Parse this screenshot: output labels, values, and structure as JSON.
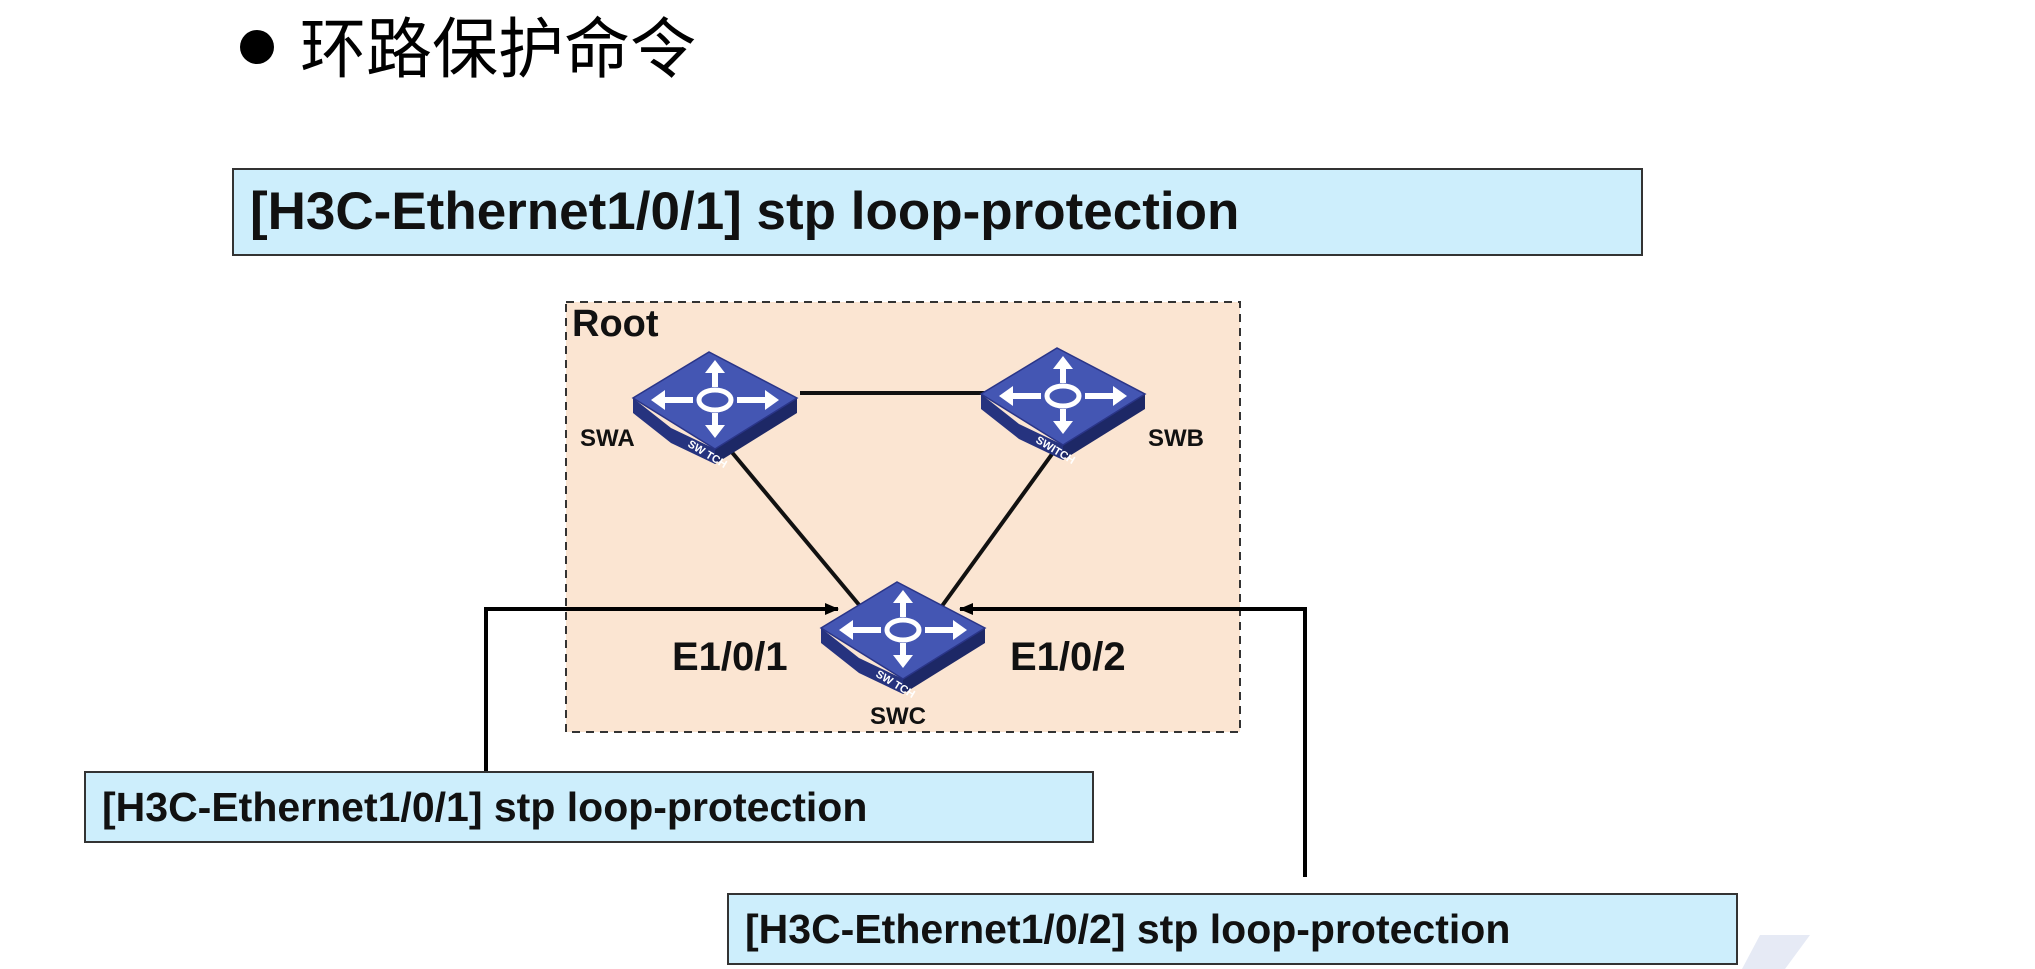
{
  "slide": {
    "title": "环路保护命令"
  },
  "commands": {
    "main": "[H3C-Ethernet1/0/1] stp loop-protection",
    "port1": "[H3C-Ethernet1/0/1] stp loop-protection",
    "port2": "[H3C-Ethernet1/0/2] stp loop-protection"
  },
  "topology": {
    "root_label": "Root",
    "switches": [
      {
        "name": "SWA",
        "badge": "SW TCH"
      },
      {
        "name": "SWB",
        "badge": "SWITCH"
      },
      {
        "name": "SWC",
        "badge": "SW TCH"
      }
    ],
    "ports": {
      "left": "E1/0/1",
      "right": "E1/0/2"
    }
  },
  "colors": {
    "root_area_fill": "#fbe5d2",
    "command_box_fill": "#cdeefc",
    "switch_body": "#2b3a91",
    "switch_top": "#4456b3"
  }
}
